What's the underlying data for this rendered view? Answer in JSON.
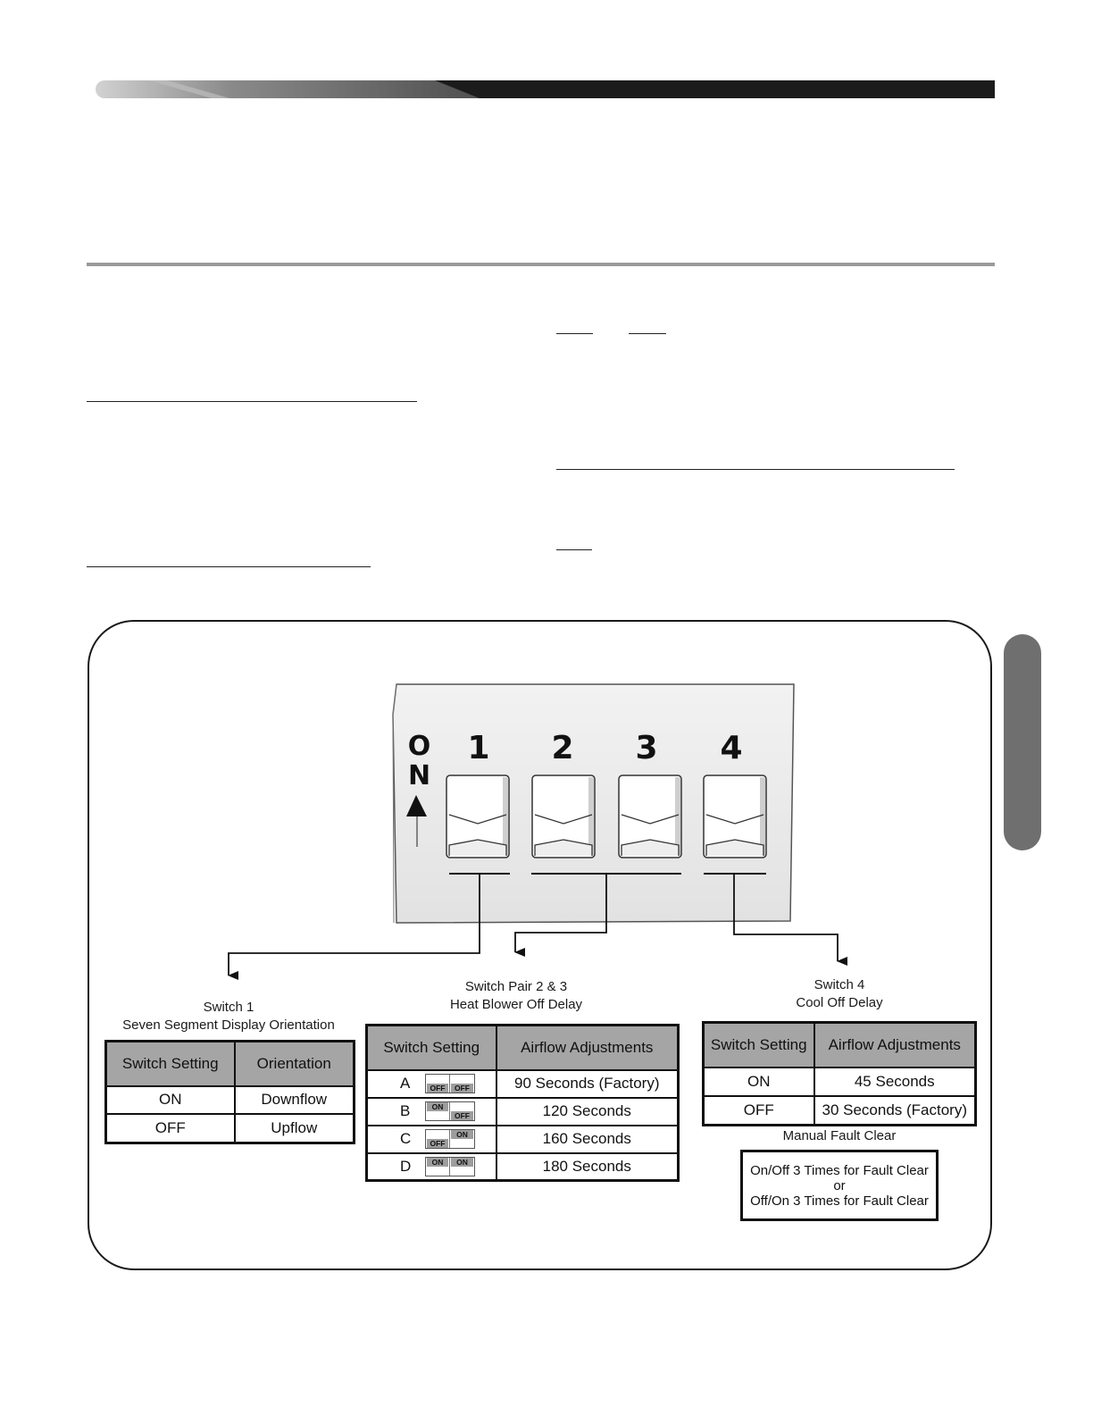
{
  "diagram": {
    "dip_switch": {
      "on_label": "ON",
      "numbers": [
        "1",
        "2",
        "3",
        "4"
      ]
    },
    "switch1": {
      "title": "Switch 1",
      "subtitle": "Seven Segment Display Orientation",
      "headers": [
        "Switch Setting",
        "Orientation"
      ],
      "rows": [
        [
          "ON",
          "Downflow"
        ],
        [
          "OFF",
          "Upflow"
        ]
      ]
    },
    "switch23": {
      "title": "Switch Pair 2 & 3",
      "subtitle": "Heat Blower Off Delay",
      "headers": [
        "Switch Setting",
        "Airflow Adjustments"
      ],
      "rows": [
        {
          "letter": "A",
          "sw2": "OFF",
          "sw3": "OFF",
          "value": "90 Seconds (Factory)"
        },
        {
          "letter": "B",
          "sw2": "ON",
          "sw3": "OFF",
          "value": "120 Seconds"
        },
        {
          "letter": "C",
          "sw2": "OFF",
          "sw3": "ON",
          "value": "160 Seconds"
        },
        {
          "letter": "D",
          "sw2": "ON",
          "sw3": "ON",
          "value": "180 Seconds"
        }
      ]
    },
    "switch4": {
      "title": "Switch 4",
      "subtitle": "Cool Off Delay",
      "headers": [
        "Switch Setting",
        "Airflow Adjustments"
      ],
      "rows": [
        [
          "ON",
          "45 Seconds"
        ],
        [
          "OFF",
          "30 Seconds (Factory)"
        ]
      ]
    },
    "fault": {
      "title": "Manual Fault Clear",
      "line1": "On/Off 3 Times for Fault Clear",
      "line2": "or",
      "line3": "Off/On 3 Times for Fault Clear"
    }
  }
}
